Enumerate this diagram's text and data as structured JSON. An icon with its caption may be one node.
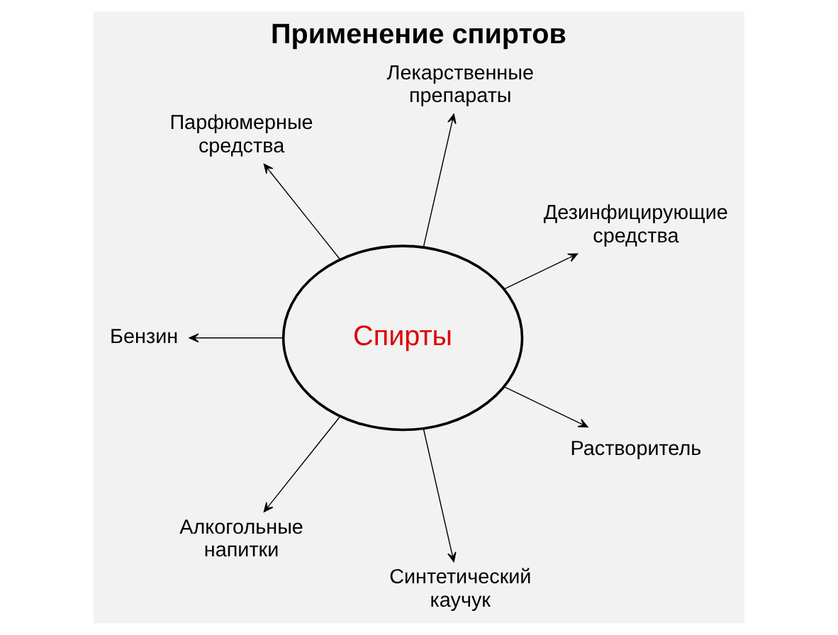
{
  "diagram": {
    "title": "Применение спиртов",
    "nodes": [
      {
        "text": [
          "Дезинфицирующие средства"
        ]
      },
      {
        "text": [
          "Лекарственные препараты"
        ]
      },
      {
        "text": [
          "Парфюмерные средства"
        ]
      },
      {
        "text": [
          "Бензин"
        ]
      },
      {
        "text": [
          "Спирты"
        ]
      },
      {
        "text": [
          "Алкогольные напитки"
        ]
      },
      {
        "text": [
          "Синтетический каучук"
        ]
      },
      {
        "text": [
          "Растворитель"
        ]
      }
    ],
    "edges": [
      {
        "from": 4,
        "to": 0,
        "arrow": "to"
      },
      {
        "from": 4,
        "to": 1,
        "arrow": "to"
      },
      {
        "from": 4,
        "to": 3,
        "arrow": "to"
      },
      {
        "from": 4,
        "to": 6,
        "arrow": "to"
      },
      {
        "from": 4,
        "to": 7,
        "arrow": "to"
      },
      {
        "from": 4,
        "to": 5,
        "arrow": "to"
      },
      {
        "from": 4,
        "to": 2,
        "arrow": "to"
      }
    ]
  }
}
